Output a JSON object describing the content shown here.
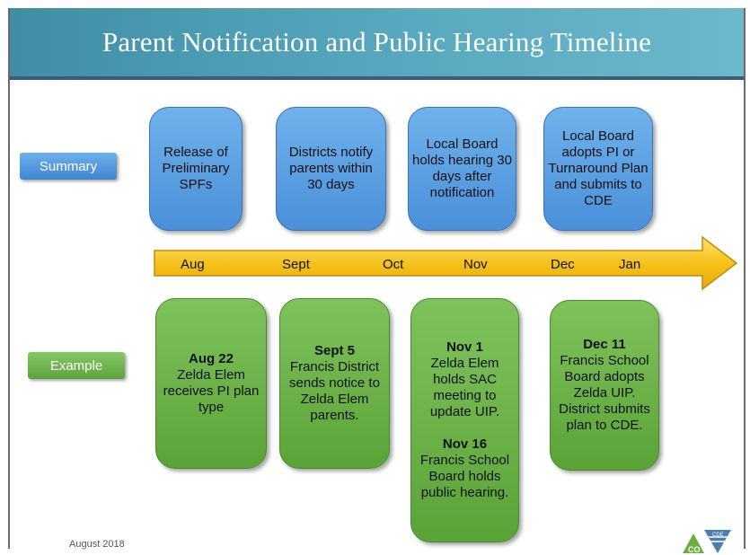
{
  "title": "Parent Notification and Public Hearing Timeline",
  "labels": {
    "summary": "Summary",
    "example": "Example"
  },
  "months": [
    "Aug",
    "Sept",
    "Oct",
    "Nov",
    "Dec",
    "Jan"
  ],
  "summary_boxes": [
    "Release of Preliminary SPFs",
    "Districts notify parents within 30 days",
    "Local Board holds hearing 30 days after notification",
    "Local Board adopts PI or Turnaround Plan and submits to CDE"
  ],
  "example_boxes": [
    {
      "date": "Aug 22",
      "text": "Zelda Elem receives PI plan type"
    },
    {
      "date": "Sept 5",
      "text": "Francis District sends notice to Zelda Elem parents."
    },
    {
      "date": "Nov 1",
      "text": "Zelda Elem holds SAC meeting to update UIP.",
      "date2": "Nov 16",
      "text2": "Francis School Board holds public hearing."
    },
    {
      "date": "Dec 11",
      "text": "Francis School Board adopts Zelda UIP.  District submits plan to CDE."
    }
  ],
  "footer": "August 2018",
  "logo_text": "CO",
  "logo_sub": "CDE",
  "colors": {
    "title_bar": "#58a9bf",
    "blue_box": "#4a8fd9",
    "green_box": "#5aa337",
    "arrow": "#f5c518"
  }
}
